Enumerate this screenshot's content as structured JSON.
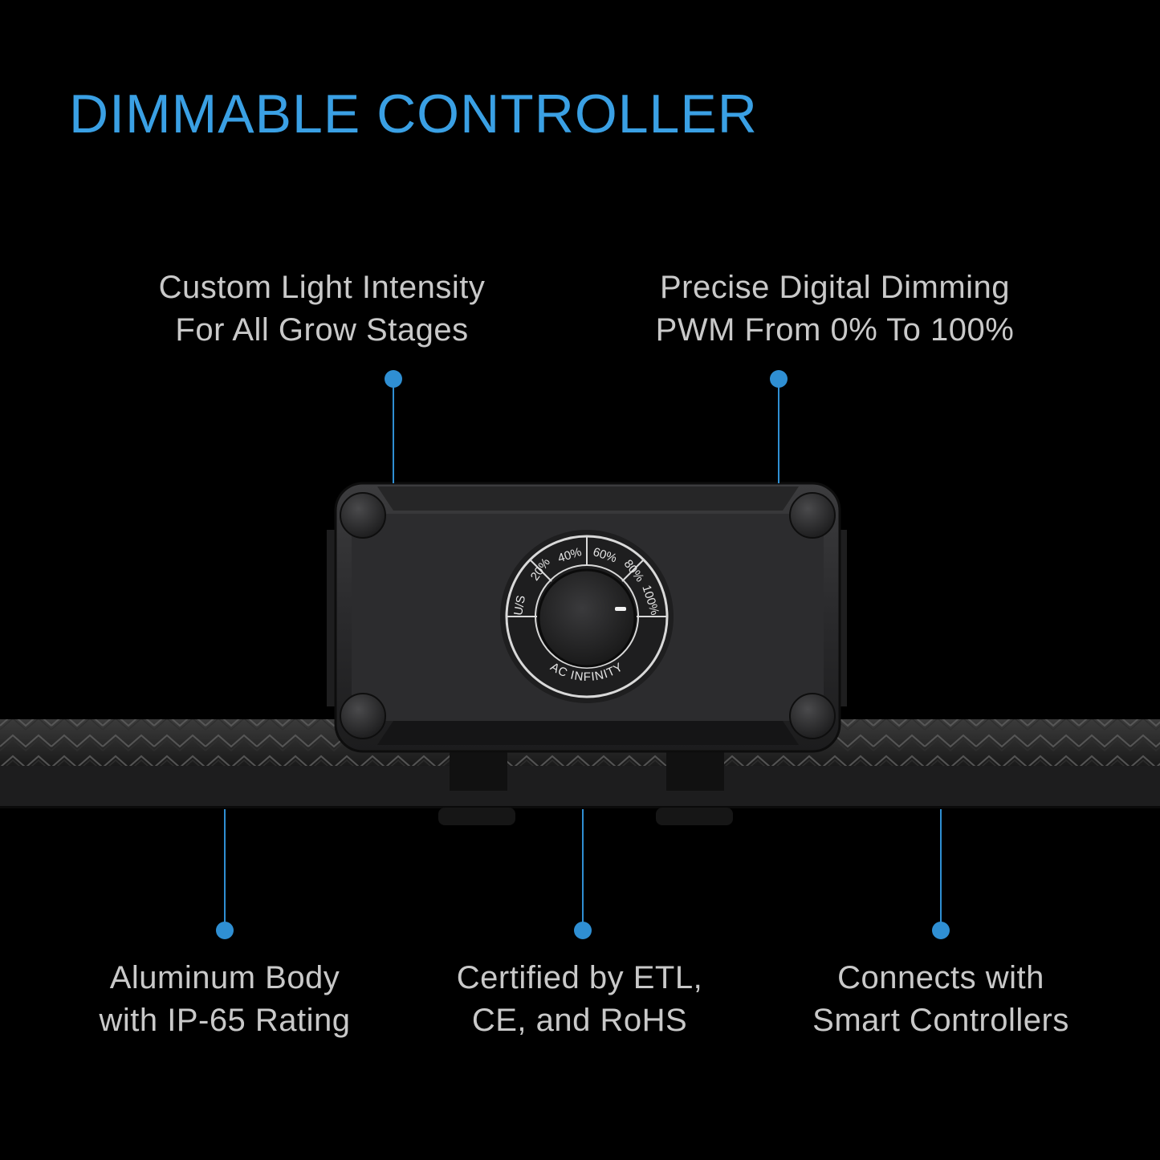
{
  "title": "DIMMABLE CONTROLLER",
  "accent_color": "#3aa0e4",
  "callouts": {
    "top_left": {
      "line1": "Custom Light Intensity",
      "line2": "For All Grow Stages"
    },
    "top_right": {
      "line1": "Precise Digital Dimming",
      "line2": "PWM From 0% To 100%"
    },
    "bottom_left": {
      "line1": "Aluminum Body",
      "line2": "with IP-65 Rating"
    },
    "bottom_center": {
      "line1": "Certified by ETL,",
      "line2": "CE, and RoHS"
    },
    "bottom_right": {
      "line1": "Connects with",
      "line2": "Smart Controllers"
    }
  },
  "dial": {
    "scale_labels": [
      "U/S",
      "20%",
      "40%",
      "60%",
      "80%",
      "100%"
    ],
    "brand": "AC INFINITY"
  }
}
